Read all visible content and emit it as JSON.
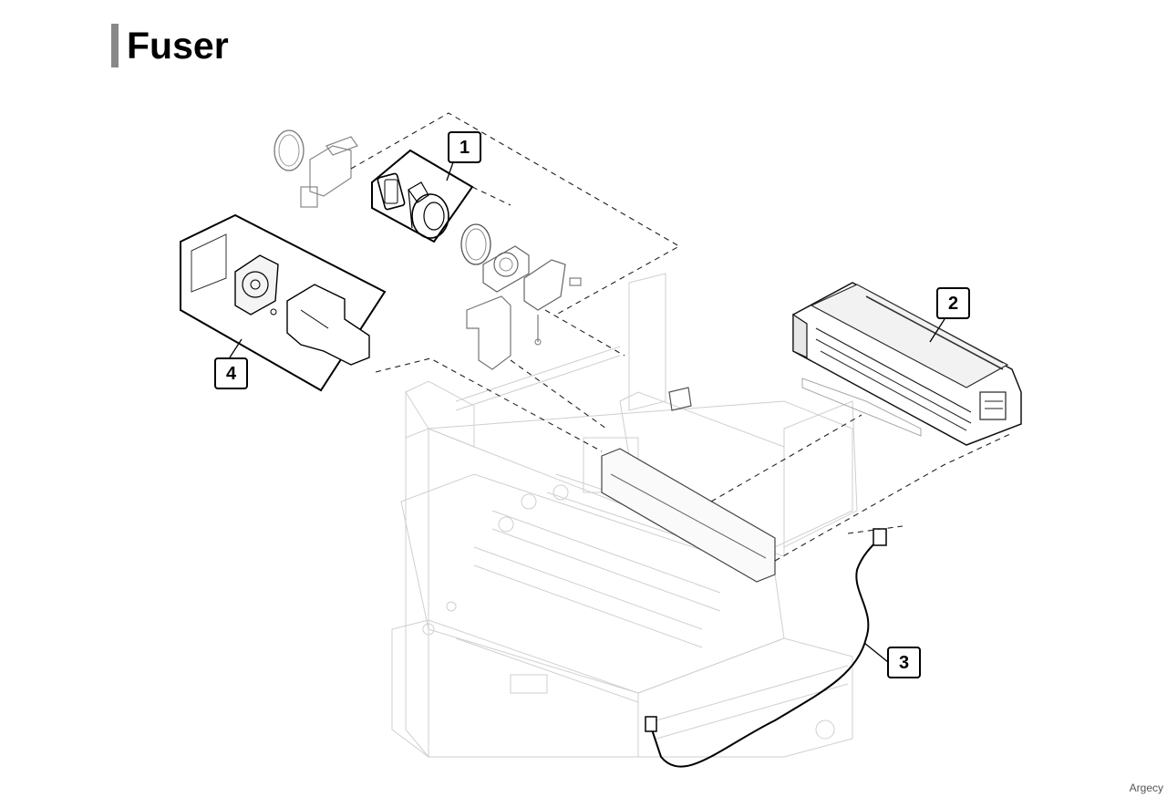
{
  "page": {
    "title": "Fuser",
    "footer": "Argecy"
  },
  "callouts": [
    {
      "id": "callout-1",
      "label": "1"
    },
    {
      "id": "callout-2",
      "label": "2"
    },
    {
      "id": "callout-3",
      "label": "3"
    },
    {
      "id": "callout-4",
      "label": "4"
    }
  ]
}
